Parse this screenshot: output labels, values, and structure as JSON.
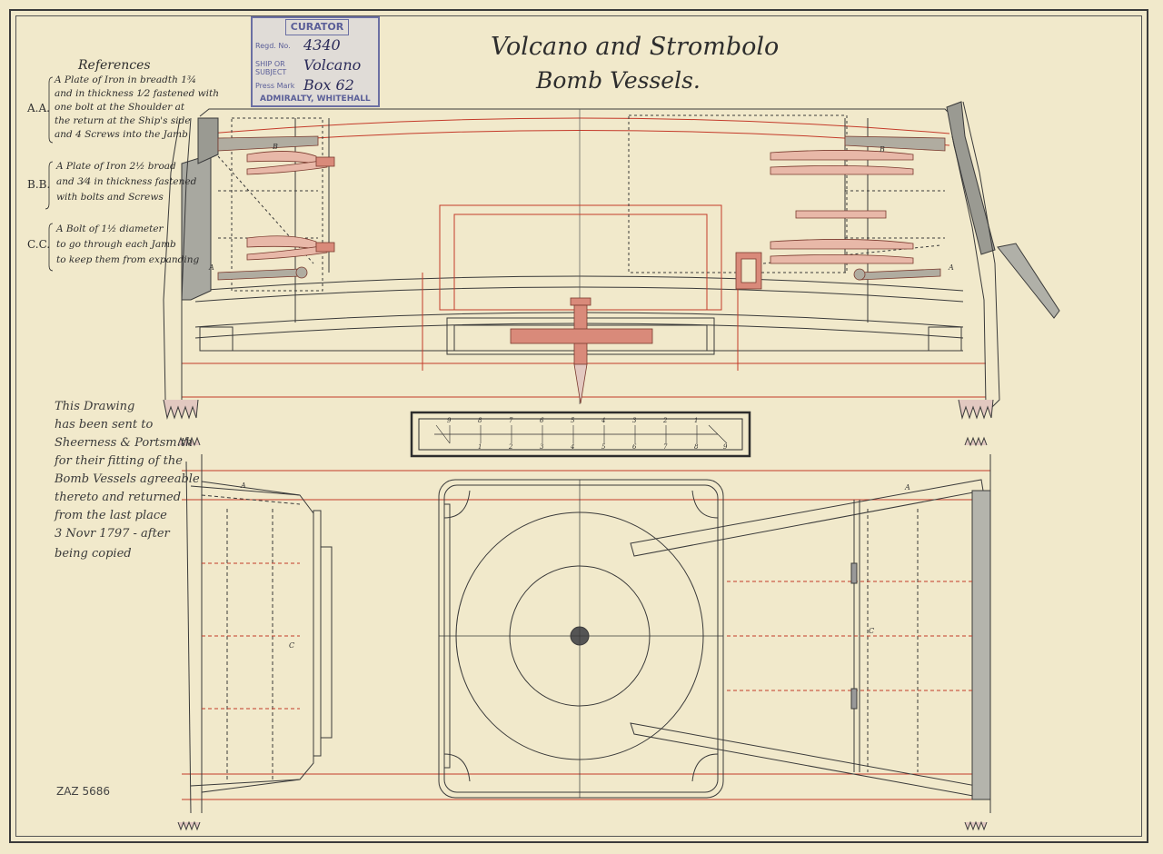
{
  "title": {
    "line1": "Volcano and Strombolo",
    "line2": "Bomb Vessels."
  },
  "stamp": {
    "header": "CURATOR",
    "rows": [
      {
        "label": "Regd. No.",
        "value": "4340"
      },
      {
        "label": "SHIP OR SUBJECT",
        "value": "Volcano"
      },
      {
        "label": "Press Mark",
        "value": "Box 62"
      }
    ],
    "footer": "ADMIRALTY, WHITEHALL"
  },
  "references": {
    "heading": "References",
    "items": [
      {
        "key": "A.A.",
        "lines": [
          "A Plate of Iron in breadth 1¾",
          "and in thickness 1⁄2 fastened with",
          "one bolt at the Shoulder at",
          "the return at the Ship's side",
          "and 4 Screws into the Jamb"
        ]
      },
      {
        "key": "B.B.",
        "lines": [
          "A Plate of Iron 2½ broad",
          "and 3⁄4 in thickness fastened",
          "with bolts and Screws"
        ]
      },
      {
        "key": "C.C.",
        "lines": [
          "A Bolt of 1½ diameter",
          "to go through each Jamb",
          "to keep them from expanding"
        ]
      }
    ]
  },
  "note": {
    "lines": [
      "This Drawing",
      "has been sent to",
      "Sheerness & Portsm.th",
      "for their fitting of the",
      "Bomb Vessels agreeable",
      "thereto and returned",
      "from the last place",
      "3 Novr 1797 - after",
      "being copied"
    ]
  },
  "archive_ref": "ZAZ 5686",
  "scale": {
    "upper": [
      "9",
      "8",
      "7",
      "6",
      "5",
      "4",
      "3",
      "2",
      "1"
    ],
    "lower": [
      "1",
      "2",
      "3",
      "4",
      "5",
      "6",
      "7",
      "8",
      "9"
    ]
  },
  "figure_labels": {
    "a": "A",
    "b": "B",
    "c": "C"
  },
  "colors": {
    "paper": "#f1e9cb",
    "ink": "#2d2d2d",
    "red_line": "#c43a2a",
    "red_wash": "#d98a7a",
    "grey_wash": "#9a9a92",
    "stamp": "#5a5e98"
  }
}
